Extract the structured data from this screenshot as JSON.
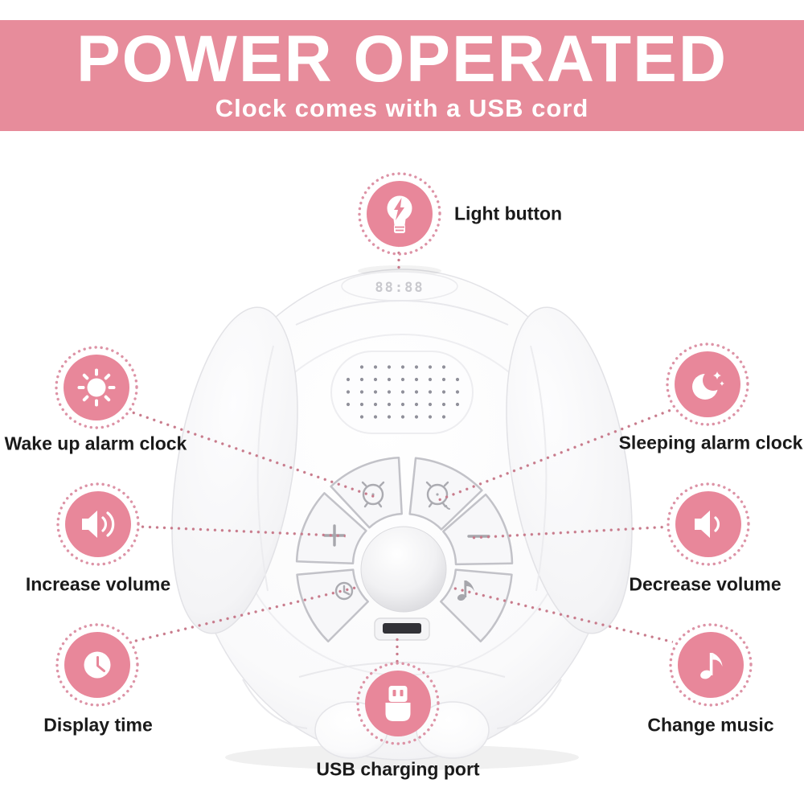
{
  "banner": {
    "title": "POWER OPERATED",
    "subtitle": "Clock comes with a USB cord"
  },
  "callouts": [
    {
      "id": "light",
      "label": "Light button",
      "icon": "lightbulb-flash-icon"
    },
    {
      "id": "wake",
      "label": "Wake up alarm clock",
      "icon": "sun-icon"
    },
    {
      "id": "sleep",
      "label": "Sleeping alarm clock",
      "icon": "moon-stars-icon"
    },
    {
      "id": "vol_up",
      "label": "Increase volume",
      "icon": "speaker-loud-icon"
    },
    {
      "id": "vol_down",
      "label": "Decrease volume",
      "icon": "speaker-low-icon"
    },
    {
      "id": "time",
      "label": "Display time",
      "icon": "clock-icon"
    },
    {
      "id": "music",
      "label": "Change music",
      "icon": "music-note-icon"
    },
    {
      "id": "usb",
      "label": "USB charging port",
      "icon": "usb-plug-icon"
    }
  ],
  "device": {
    "description": "white dog-shaped sound-machine alarm clock, rear view",
    "display": "88:88",
    "buttons": [
      {
        "name": "wake-alarm-button",
        "glyph": "alarm-clock"
      },
      {
        "name": "sleep-alarm-button",
        "glyph": "alarm-clock-moon"
      },
      {
        "name": "volume-plus-button",
        "glyph": "+"
      },
      {
        "name": "volume-minus-button",
        "glyph": "-"
      },
      {
        "name": "time-button",
        "glyph": "clock"
      },
      {
        "name": "music-button",
        "glyph": "music-note"
      }
    ],
    "ports": [
      "usb-port"
    ]
  },
  "colors": {
    "banner_pink": "#e78c9b",
    "badge_pink": "#e8879a",
    "ring_pink": "#dd93a6",
    "dot_line": "#c87a8b",
    "label_text": "#1a1a1a",
    "background": "#ffffff"
  }
}
